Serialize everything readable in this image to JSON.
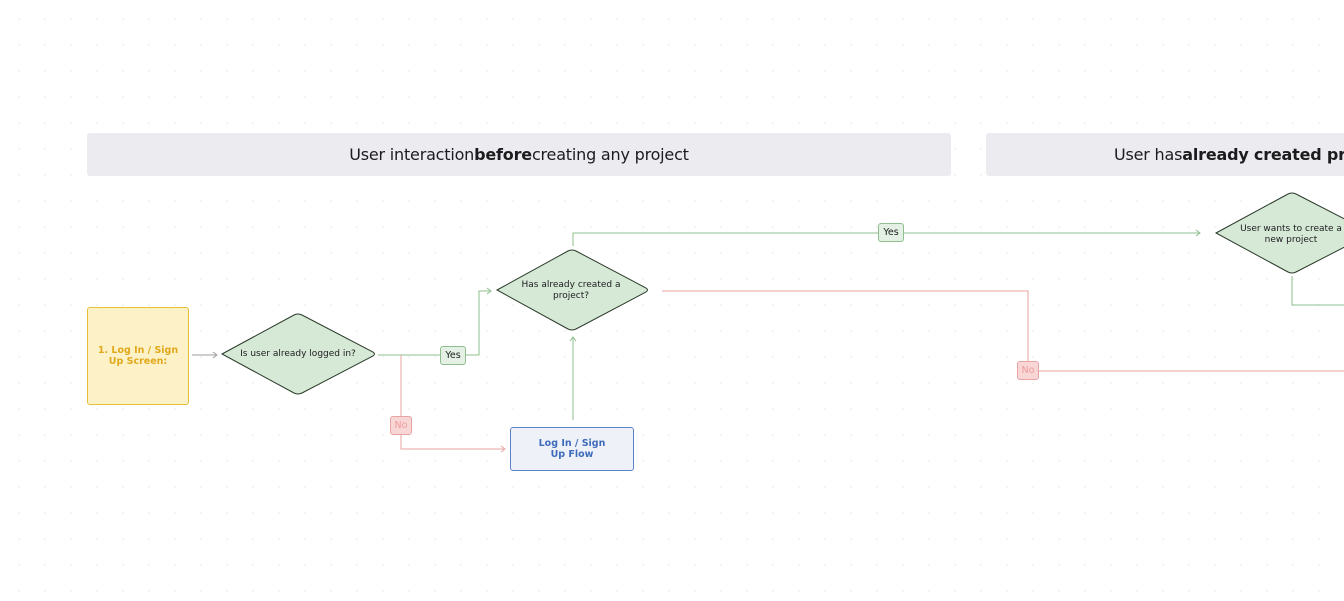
{
  "headers": {
    "before": {
      "prefix": "User interaction ",
      "bold": "before",
      "suffix": " creating any project"
    },
    "after": {
      "prefix": "User has ",
      "bold": "already created proje"
    }
  },
  "nodes": {
    "screen": {
      "label": "1. Log In / Sign Up Screen:"
    },
    "logged_in_decision": {
      "label": "Is user already logged in?"
    },
    "created_project_decision": {
      "label": "Has already created a project?"
    },
    "login_flow": {
      "label": "Log In / Sign Up Flow"
    },
    "create_new_decision": {
      "label": "User wants to create a new project"
    }
  },
  "edge_labels": {
    "yes_logged_in": "Yes",
    "no_logged_in": "No",
    "yes_created": "Yes",
    "no_created": "No"
  },
  "colors": {
    "yes_line": "#8fbf8f",
    "no_line": "#e8a3a3",
    "neutral_line": "#9e9e9e",
    "decision_fill": "#d6e8d6",
    "decision_stroke": "#2b3b2b",
    "screen_fill": "#fdf1c7",
    "screen_accent": "#e0a91c",
    "flow_fill": "#eef2f8",
    "flow_accent": "#3f6bbb",
    "header_fill": "#ebebf0"
  }
}
